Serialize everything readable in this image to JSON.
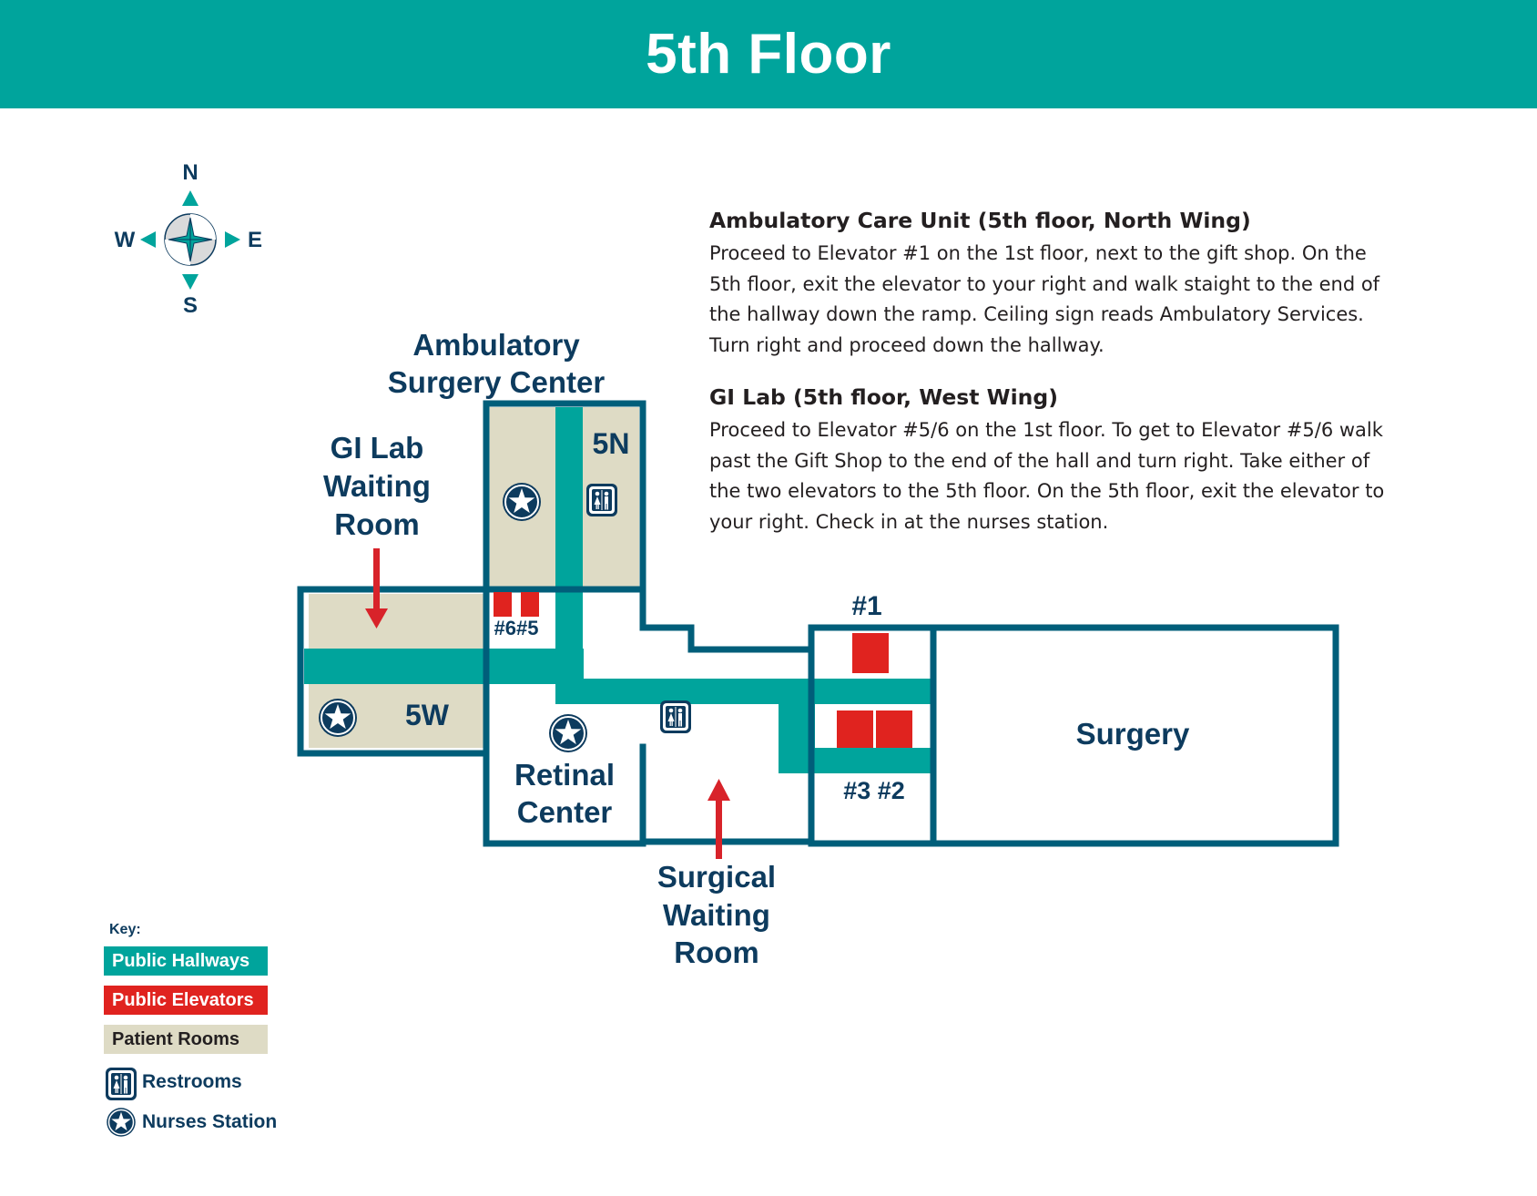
{
  "header": {
    "title": "5th Floor"
  },
  "compass": {
    "north": "N",
    "south": "S",
    "east": "E",
    "west": "W"
  },
  "map": {
    "ambulatory_surgery_center_line1": "Ambulatory",
    "ambulatory_surgery_center_line2": "Surgery Center",
    "gi_lab_waiting_line1": "GI Lab",
    "gi_lab_waiting_line2": "Waiting",
    "gi_lab_waiting_line3": "Room",
    "wing_5n": "5N",
    "wing_5w": "5W",
    "elevator_6_5": "#6#5",
    "elevator_1": "#1",
    "elevator_3_2": "#3 #2",
    "retinal_center_line1": "Retinal",
    "retinal_center_line2": "Center",
    "surgery": "Surgery",
    "surgical_waiting_line1": "Surgical",
    "surgical_waiting_line2": "Waiting",
    "surgical_waiting_line3": "Room"
  },
  "instructions": [
    {
      "heading": "Ambulatory Care Unit (5th floor, North Wing)",
      "body": "Proceed to Elevator #1 on the 1st floor, next to the gift shop. On the 5th floor, exit the elevator to your right and walk staight to the end of the hallway down the ramp. Ceiling sign reads Ambulatory Services. Turn right and proceed down the hallway."
    },
    {
      "heading": "GI Lab (5th floor, West Wing)",
      "body": "Proceed to Elevator #5/6 on the 1st floor. To get to Elevator #5/6 walk past the Gift Shop to the end of the hall and turn right.  Take either of the two elevators to the 5th floor. On the 5th floor, exit the elevator to your right. Check in at the nurses station."
    }
  ],
  "key": {
    "title": "Key:",
    "hallways": "Public Hallways",
    "elevators": "Public Elevators",
    "patient_rooms": "Patient Rooms",
    "restrooms": "Restrooms",
    "nurses_station": "Nurses Station"
  },
  "colors": {
    "header_teal": "#00a49c",
    "hallway_teal": "#00a49c",
    "wall_navy": "#005e7a",
    "elevator_red": "#e0231f",
    "patient_room_beige": "#dedbc5",
    "label_navy": "#0d3b5e",
    "arrow_red": "#d8232a"
  },
  "icons": [
    "compass-rose-icon",
    "nurses-station-star-icon",
    "restroom-icon",
    "arrow-down-icon",
    "arrow-up-icon"
  ]
}
